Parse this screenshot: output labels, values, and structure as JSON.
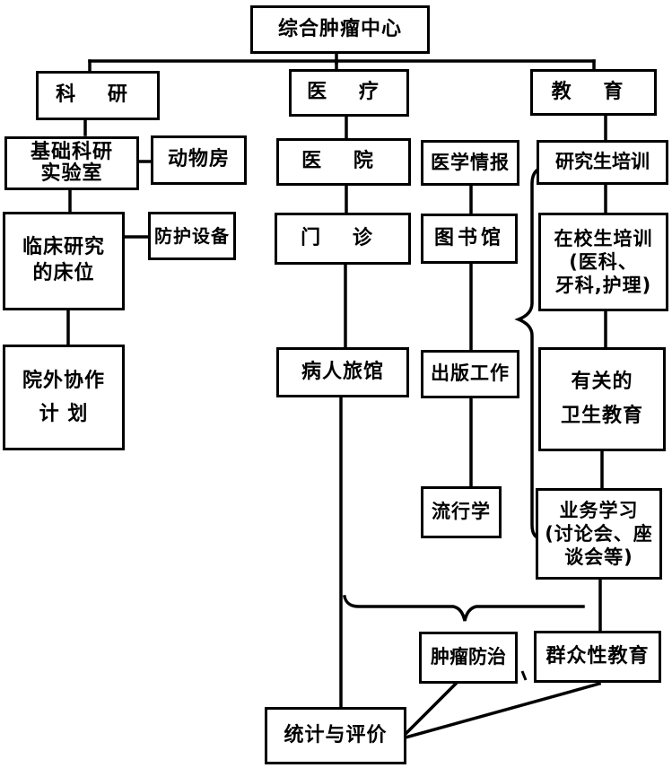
{
  "title": "综合肿瘤中心",
  "nodes": {
    "root": "综合肿瘤中心",
    "research": "科 研",
    "medical": "医 疗",
    "education": "教 育",
    "basic_lab": "基础科研\n实验室",
    "animal_house": "动物房",
    "clinical_beds": "临床研究\n的床位",
    "protective_equipment": "防护设备",
    "external_cooperation": "院外协作\n计 划",
    "hospital": "医 院",
    "outpatient": "门 诊",
    "patient_hostel": "病人旅馆",
    "medical_info": "医学情报",
    "library": "图书馆",
    "publishing": "出版工作",
    "epidemiology": "流行学",
    "graduate_training": "研究生培训",
    "student_training": "在校生培训\n(医科、\n牙科,护理)",
    "health_education": "有关的\n卫生教育",
    "professional_study": "业务学习\n(讨论会、座\n谈会等)",
    "cancer_prevention": "肿瘤防治",
    "public_education": "群众性教育",
    "statistics_evaluation": "统计与评价"
  },
  "edges": [
    [
      "root",
      "research"
    ],
    [
      "root",
      "medical"
    ],
    [
      "root",
      "education"
    ],
    [
      "research",
      "basic_lab"
    ],
    [
      "basic_lab",
      "animal_house"
    ],
    [
      "basic_lab",
      "clinical_beds"
    ],
    [
      "clinical_beds",
      "protective_equipment"
    ],
    [
      "clinical_beds",
      "external_cooperation"
    ],
    [
      "medical",
      "hospital"
    ],
    [
      "hospital",
      "outpatient"
    ],
    [
      "outpatient",
      "patient_hostel"
    ],
    [
      "patient_hostel",
      "statistics_evaluation"
    ],
    [
      "medical_info",
      "library"
    ],
    [
      "library",
      "publishing"
    ],
    [
      "publishing",
      "epidemiology"
    ],
    [
      "education",
      "graduate_training"
    ],
    [
      "graduate_training",
      "student_training"
    ],
    [
      "student_training",
      "health_education"
    ],
    [
      "health_education",
      "professional_study"
    ],
    [
      "professional_study",
      "public_education"
    ],
    [
      "cancer_prevention",
      "statistics_evaluation"
    ],
    [
      "public_education",
      "statistics_evaluation"
    ]
  ],
  "braces": [
    {
      "name": "education-brace",
      "groups": [
        "graduate_training",
        "student_training",
        "health_education",
        "professional_study"
      ]
    },
    {
      "name": "bottom-brace",
      "points_to": "cancer_prevention"
    }
  ],
  "colors": {
    "line": "#000000",
    "background": "#ffffff"
  }
}
